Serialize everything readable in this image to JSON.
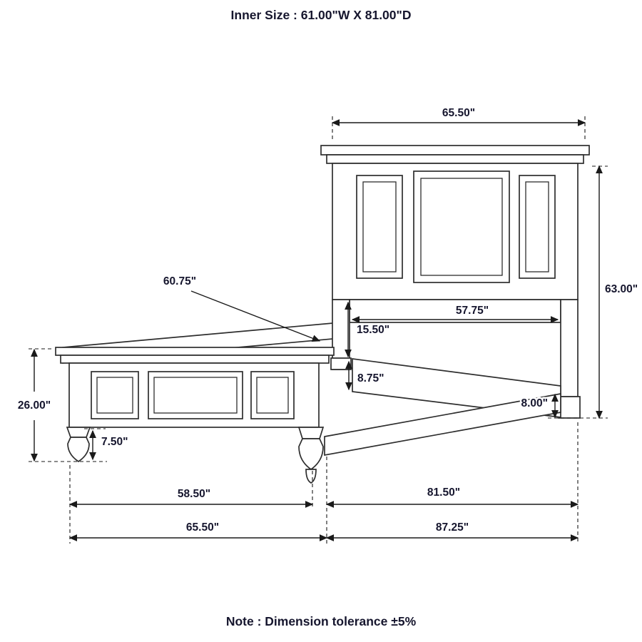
{
  "title": "Inner Size : 61.00\"W X 81.00\"D",
  "note": "Note : Dimension tolerance ±5%",
  "colors": {
    "line": "#2e2e2e",
    "dimension": "#1a1a1a",
    "text": "#16162e",
    "background": "#ffffff"
  },
  "dimensions": {
    "headboard_width": "65.50\"",
    "headboard_height": "63.00\"",
    "side_rail_length": "60.75\"",
    "headboard_inner_width": "57.75\"",
    "headboard_to_rail_gap": "15.50\"",
    "side_rail_height": "8.75\"",
    "rail_floor_clearance": "8.00\"",
    "footboard_height": "26.00\"",
    "footboard_leg_height": "7.50\"",
    "footboard_feet_span": "58.50\"",
    "rail_span": "81.50\"",
    "overall_width": "65.50\"",
    "overall_depth": "87.25\""
  }
}
